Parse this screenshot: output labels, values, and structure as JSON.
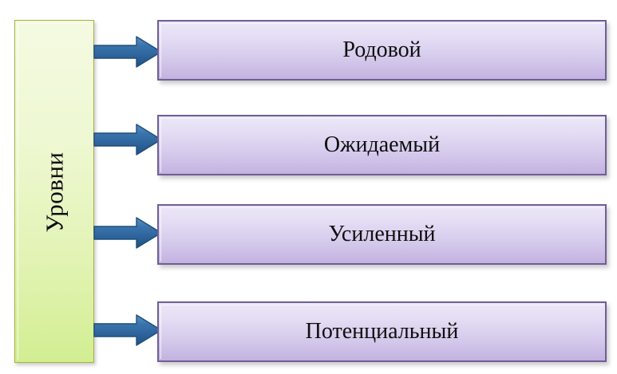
{
  "diagram": {
    "title_panel": {
      "label": "Уровни",
      "orientation": "vertical-rotated-90ccw",
      "fill_top_color": "#f4fae2",
      "fill_bottom_color": "#d2ee92",
      "border_color": "#a6b33f"
    },
    "arrow": {
      "icon": "right-arrow-icon",
      "fill_color": "#2e6da4",
      "edge_color": "#1f4e79",
      "count": 4
    },
    "levels": [
      {
        "label": "Родовой"
      },
      {
        "label": "Ожидаемый"
      },
      {
        "label": "Усиленный"
      },
      {
        "label": "Потенциальный"
      }
    ],
    "level_box_style": {
      "fill_top_color": "#ece7f8",
      "fill_bottom_color": "#c3b2e0",
      "border_color": "#6e5f95"
    }
  }
}
